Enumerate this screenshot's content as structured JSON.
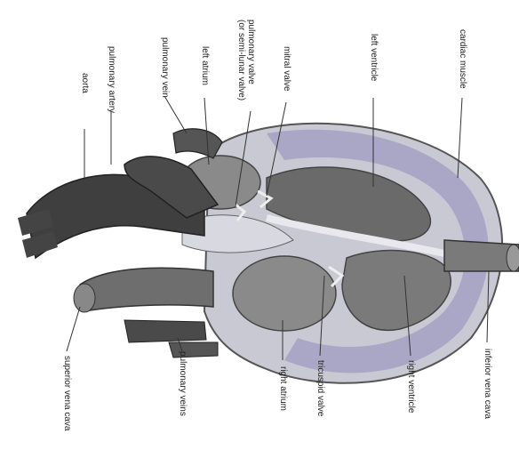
{
  "labels": {
    "aorta": "aorta",
    "pulmonary_artery": "pulmonary artery",
    "pulmonary_vein": "pulmonary vein",
    "left_atrium": "left atrium",
    "pulmonary_valve": "pulmonary valve",
    "pulmonary_valve_sub": "(or semi-lunar valve)",
    "mitral_valve": "mitral valve",
    "left_ventricle": "left ventricle",
    "cardiac_muscle": "cardiac muscle",
    "superior_vena_cava": "superior vena cava",
    "pulmonary_veins": "pulmonary veins",
    "right_atrium": "right atrium",
    "tricuspid_valve": "tricuspid valve",
    "right_ventricle": "right ventricle",
    "inferior_vena_cava": "inferior vena cava"
  },
  "colors": {
    "tissue": "#5a5a5a",
    "tissue_dark": "#3a3a3a",
    "chamber": "#8a8a8a",
    "wall_light": "#c9c9d4",
    "muscle_accent": "#8f88b8",
    "leader": "#333333"
  }
}
